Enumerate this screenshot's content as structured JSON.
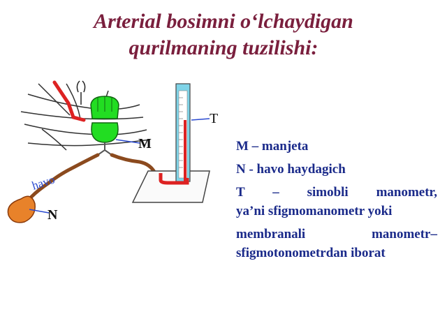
{
  "title": {
    "line1": "Arterial bosimni o‘lchaydigan",
    "line2": "qurilmaning tuzilishi:"
  },
  "diagram": {
    "label_T": "T",
    "label_M": "M",
    "label_N": "N",
    "label_havo": "havo"
  },
  "legend": {
    "item_m": "M – manjeta",
    "item_n": "N - havo haydagich",
    "item_t_line1": "T – simobli manometr,",
    "item_t_line2": "ya’ni sfigmomanometr yoki",
    "item_t_line3": "membranali manometr–",
    "item_t_line4": "sfigmotonometrdan iborat"
  },
  "colors": {
    "title": "#7a1f3d",
    "legend_text": "#1a2a8a",
    "cuff": "#22dd22",
    "bulb": "#e8822a",
    "tube": "#8b4a1e",
    "mercury": "#dd2222",
    "gauge_glass": "#7fd4e8",
    "pointer_line": "#2a4ad0"
  }
}
